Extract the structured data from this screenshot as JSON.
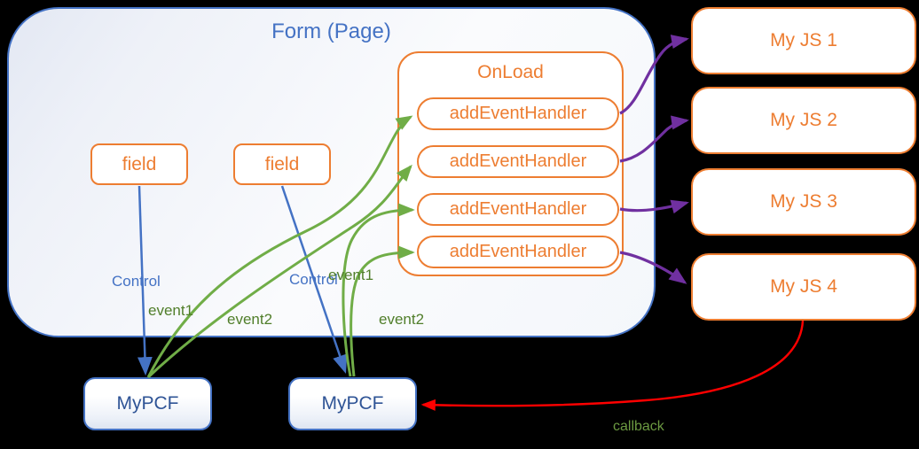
{
  "form": {
    "title": "Form (Page)"
  },
  "fields": [
    {
      "label": "field"
    },
    {
      "label": "field"
    }
  ],
  "onload": {
    "title": "OnLoad",
    "handlers": [
      {
        "label": "addEventHandler"
      },
      {
        "label": "addEventHandler"
      },
      {
        "label": "addEventHandler"
      },
      {
        "label": "addEventHandler"
      }
    ]
  },
  "js_modules": [
    {
      "label": "My JS 1"
    },
    {
      "label": "My JS 2"
    },
    {
      "label": "My JS 3"
    },
    {
      "label": "My JS 4"
    }
  ],
  "pcf_controls": [
    {
      "label": "MyPCF"
    },
    {
      "label": "MyPCF"
    }
  ],
  "edge_labels": {
    "control1": "Control",
    "control2": "Control",
    "event1_a": "event1",
    "event2_a": "event2",
    "event1_b": "event1",
    "event2_b": "event2",
    "callback": "callback"
  },
  "colors": {
    "blue": "#4472C4",
    "navy_text": "#2F5496",
    "orange": "#ED7D31",
    "green_arrow": "#70AD47",
    "green_label": "#507E2A",
    "purple": "#7030A0",
    "red": "#FF0000"
  }
}
